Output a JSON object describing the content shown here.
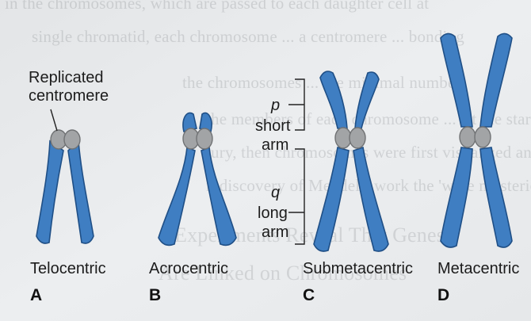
{
  "labels": {
    "replicated_centromere": [
      "Replicated",
      "centromere"
    ],
    "arm_p": "p",
    "short": "short",
    "arm_p_word": "arm",
    "arm_q": "q",
    "long": "long",
    "arm_q_word": "arm"
  },
  "chromosomes": [
    {
      "name": "Telocentric",
      "letter": "A"
    },
    {
      "name": "Acrocentric",
      "letter": "B"
    },
    {
      "name": "Submetacentric",
      "letter": "C"
    },
    {
      "name": "Metacentric",
      "letter": "D"
    }
  ],
  "colors": {
    "chromatid": "#3f7ec2",
    "chromatid_edge": "#1f4f86",
    "centromere": "#a2a4a6",
    "paper": "#e9ebed"
  },
  "background_text": {
    "lines": [
      "in the chromosomes, which are passed to each daughter cell at",
      "single chromatid, each chromosome ... a centromere ... bonding",
      "the chromosomes ... the minimal number",
      "the members of each chromosome ... At the start of the last cen-",
      "tury, then chromosomes were first visualized and shortly after the",
      "rediscovery of Mendel's work the 'were mysterious' ..."
    ],
    "heading": [
      "Experiments Reveal That Genes",
      "Are Linked on Chromosomes"
    ]
  }
}
